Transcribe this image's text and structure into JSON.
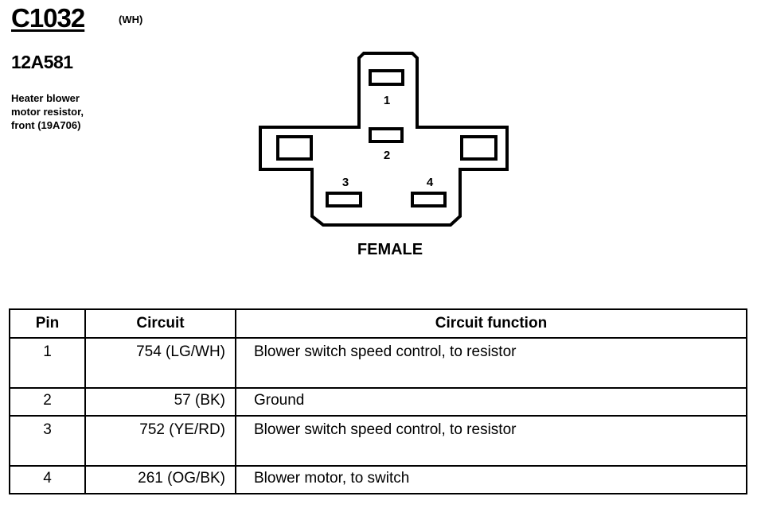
{
  "connector": {
    "id": "C1032",
    "color_code": "(WH)",
    "part_number": "12A581",
    "description_lines": [
      "Heater blower",
      "motor resistor,",
      "front (19A706)"
    ]
  },
  "diagram": {
    "pin_labels": [
      "1",
      "2",
      "3",
      "4"
    ],
    "gender": "FEMALE"
  },
  "table": {
    "headers": {
      "pin": "Pin",
      "circuit": "Circuit",
      "function": "Circuit function"
    },
    "rows": [
      {
        "pin": "1",
        "circuit": "754 (LG/WH)",
        "function": "Blower switch speed control, to resistor"
      },
      {
        "pin": "2",
        "circuit": "57 (BK)",
        "function": "Ground"
      },
      {
        "pin": "3",
        "circuit": "752 (YE/RD)",
        "function": "Blower switch speed control, to resistor"
      },
      {
        "pin": "4",
        "circuit": "261 (OG/BK)",
        "function": "Blower motor, to switch"
      }
    ]
  }
}
